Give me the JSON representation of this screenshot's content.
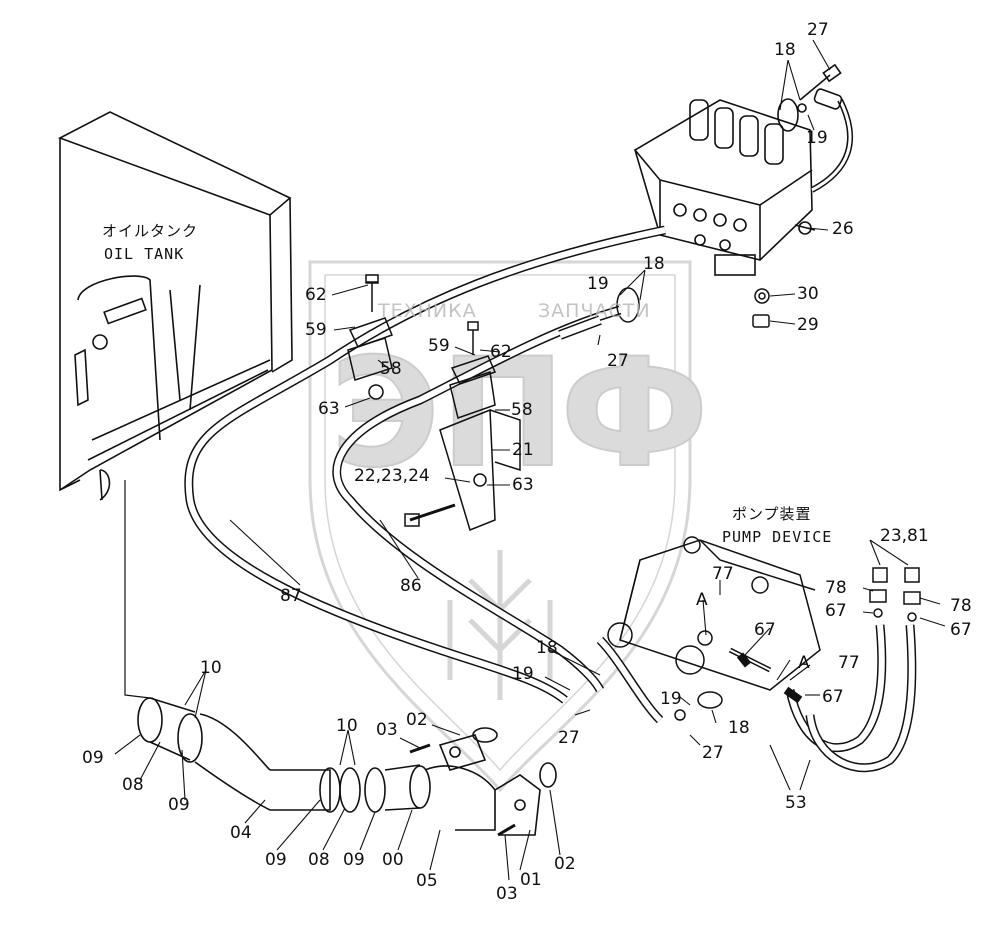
{
  "notes": {
    "oil_tank_jp": "オイルタンク",
    "oil_tank_en": "OIL TANK",
    "pump_device_jp": "ポンプ装置",
    "pump_device_en": "PUMP DEVICE"
  },
  "watermark": {
    "left": "ТЕХНИКА",
    "right": "ЗАПЧАСТИ",
    "logo": "ЭПФ"
  },
  "callouts": {
    "c27a": "27",
    "c18a": "18",
    "c19a": "19",
    "c26": "26",
    "c18b": "18",
    "c19b": "19",
    "c30": "30",
    "c29": "29",
    "c62a": "62",
    "c59a": "59",
    "c58a": "58",
    "c63a": "63",
    "c59b": "59",
    "c62b": "62",
    "c27b": "27",
    "c58b": "58",
    "c21": "21",
    "c222324": "22,23,24",
    "c63b": "63",
    "c2381": "23,81",
    "c78a": "78",
    "c78b": "78",
    "c67a": "67",
    "c67b": "67",
    "c77a": "77",
    "cAa": "A",
    "c67c": "67",
    "c77b": "77",
    "cAb": "A",
    "c67d": "67",
    "c87": "87",
    "c86": "86",
    "c18c": "18",
    "c19c": "19",
    "c27c": "27",
    "c19d": "19",
    "c18d": "18",
    "c27d": "27",
    "c53": "53",
    "c10a": "10",
    "c09a": "09",
    "c08a": "08",
    "c09b": "09",
    "c04": "04",
    "c10b": "10",
    "c03a": "03",
    "c02a": "02",
    "c09c": "09",
    "c08b": "08",
    "c09d": "09",
    "c00": "00",
    "c05": "05",
    "c01": "01",
    "c02b": "02",
    "c03b": "03"
  }
}
